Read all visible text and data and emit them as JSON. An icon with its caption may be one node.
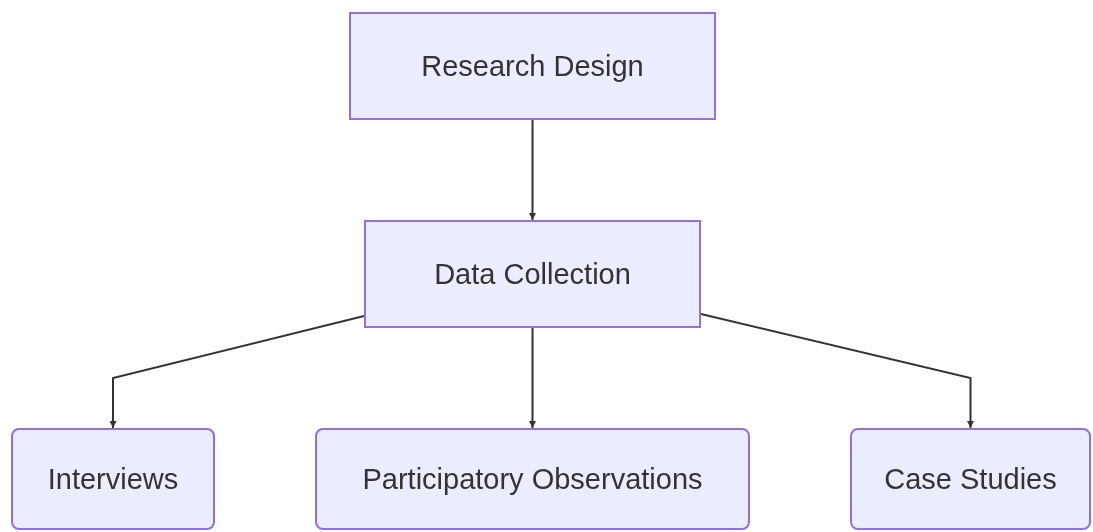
{
  "diagram": {
    "nodes": [
      {
        "text": [
          "Research Design"
        ]
      },
      {
        "text": [
          "Data Collection"
        ]
      },
      {
        "text": [
          "Interviews"
        ]
      },
      {
        "text": [
          "Participatory Observations"
        ]
      },
      {
        "text": [
          "Case Studies"
        ]
      }
    ],
    "edges": [
      {
        "from": 0,
        "to": 1,
        "arrow": "to"
      },
      {
        "from": 1,
        "to": 2,
        "arrow": "to"
      },
      {
        "from": 1,
        "to": 3,
        "arrow": "to"
      },
      {
        "from": 1,
        "to": 4,
        "arrow": "to"
      }
    ]
  }
}
